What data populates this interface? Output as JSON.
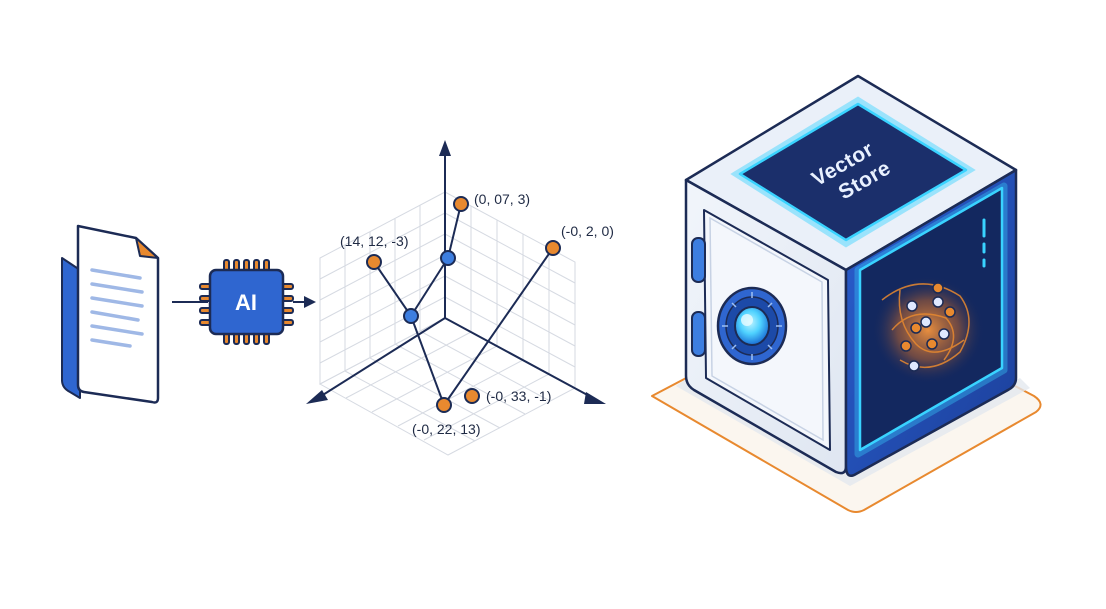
{
  "ai_chip": {
    "label": "AI"
  },
  "vector_space": {
    "points": [
      {
        "label": "(0, 07, 3)"
      },
      {
        "label": "(14, 12, -3)"
      },
      {
        "label": "(-0, 2, 0)"
      },
      {
        "label": "(-0, 33, -1)"
      },
      {
        "label": "(-0, 22, 13)"
      }
    ]
  },
  "vector_store": {
    "title_line1": "Vector",
    "title_line2": "Store"
  },
  "colors": {
    "primary_blue": "#2f66d0",
    "navy": "#1c2b55",
    "accent_orange": "#e8892f",
    "glow_cyan": "#39d3ff",
    "grid_gray": "#d6dae2"
  }
}
